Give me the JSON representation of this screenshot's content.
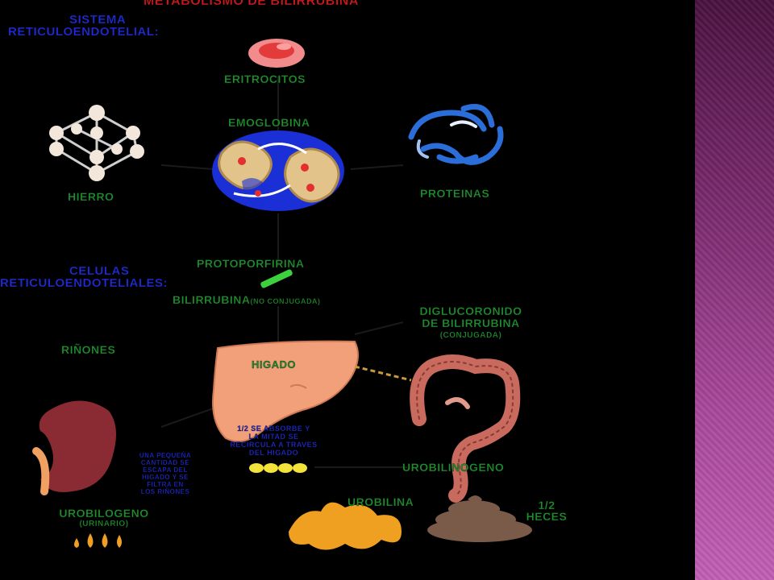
{
  "title": "METABOLISMO DE BILIRRUBINA",
  "labels": {
    "sistema": "SISTEMA",
    "reticuloendotelial": "RETICULOENDOTELIAL:",
    "eritrocitos": "ERITROCITOS",
    "emoglobina": "EMOGLOBINA",
    "hierro": "HIERRO",
    "proteinas": "PROTEINAS",
    "celulas": "CELULAS",
    "reticuloendoteliales": "RETICULOENDOTELIALES:",
    "protoporfirina": "PROTOPORFIRINA",
    "bilirrubina": "BILIRRUBINA",
    "no_conjugada": "(NO CONJUGADA)",
    "diglucoronido_1": "DIGLUCORONIDO",
    "diglucoronido_2": "DE BILIRRUBINA",
    "conjugada": "(CONJUGADA)",
    "rinones": "RIÑONES",
    "higado": "HIGADO",
    "reabsorbe_1": "1/2 SE ABSORBE Y",
    "reabsorbe_2": "LA MITAD SE",
    "reabsorbe_3": "RECIRCULA A TRAVES",
    "reabsorbe_4": "DEL HIGADO",
    "escapa_1": "UNA PEQUEÑA",
    "escapa_2": "CANTIDAD SE",
    "escapa_3": "ESCAPA DEL",
    "escapa_4": "HIGADO Y SE",
    "escapa_5": "FILTRA EN",
    "escapa_6": "LOS RIÑONES",
    "urobilinogeno": "UROBILINOGENO",
    "urobilogeno": "UROBILOGENO",
    "urinario": "(URINARIO)",
    "urobilina": "UROBILINA",
    "heces_1": "1/2",
    "heces_2": "HECES"
  },
  "colors": {
    "background": "#000000",
    "label_green": "#1f8f2e",
    "label_blue": "#1f2cd9",
    "title_red": "#cc1a1a",
    "liver": "#f2a07a",
    "kidney": "#8a2a33",
    "intestine": "#c86a5e",
    "urobilina": "#f0a020",
    "heces": "#7a5a48",
    "side_panel": "#a8489a"
  }
}
